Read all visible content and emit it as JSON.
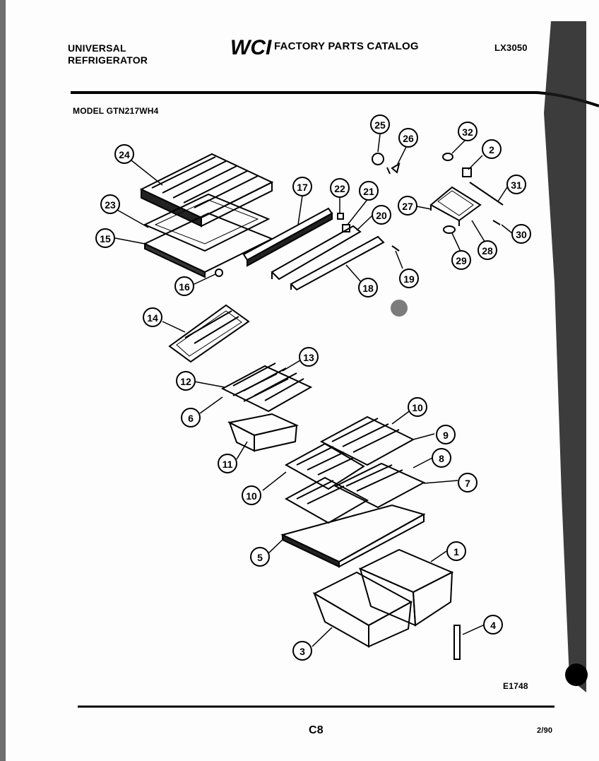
{
  "header": {
    "brand_line1": "UNIVERSAL",
    "brand_line2": "REFRIGERATOR",
    "logo_text": "WCI",
    "catalog_title": "FACTORY PARTS CATALOG",
    "catalog_code": "LX3050"
  },
  "model_label": "MODEL GTN217WH4",
  "diagram_code": "E1748",
  "page_number": "C8",
  "date": "2/90",
  "callouts": [
    "24",
    "23",
    "15",
    "16",
    "17",
    "22",
    "21",
    "20",
    "19",
    "18",
    "25",
    "26",
    "32",
    "2",
    "31",
    "27",
    "30",
    "29",
    "28",
    "14",
    "13",
    "12",
    "6",
    "11",
    "10",
    "9",
    "8",
    "7",
    "5",
    "1",
    "3",
    "4"
  ]
}
